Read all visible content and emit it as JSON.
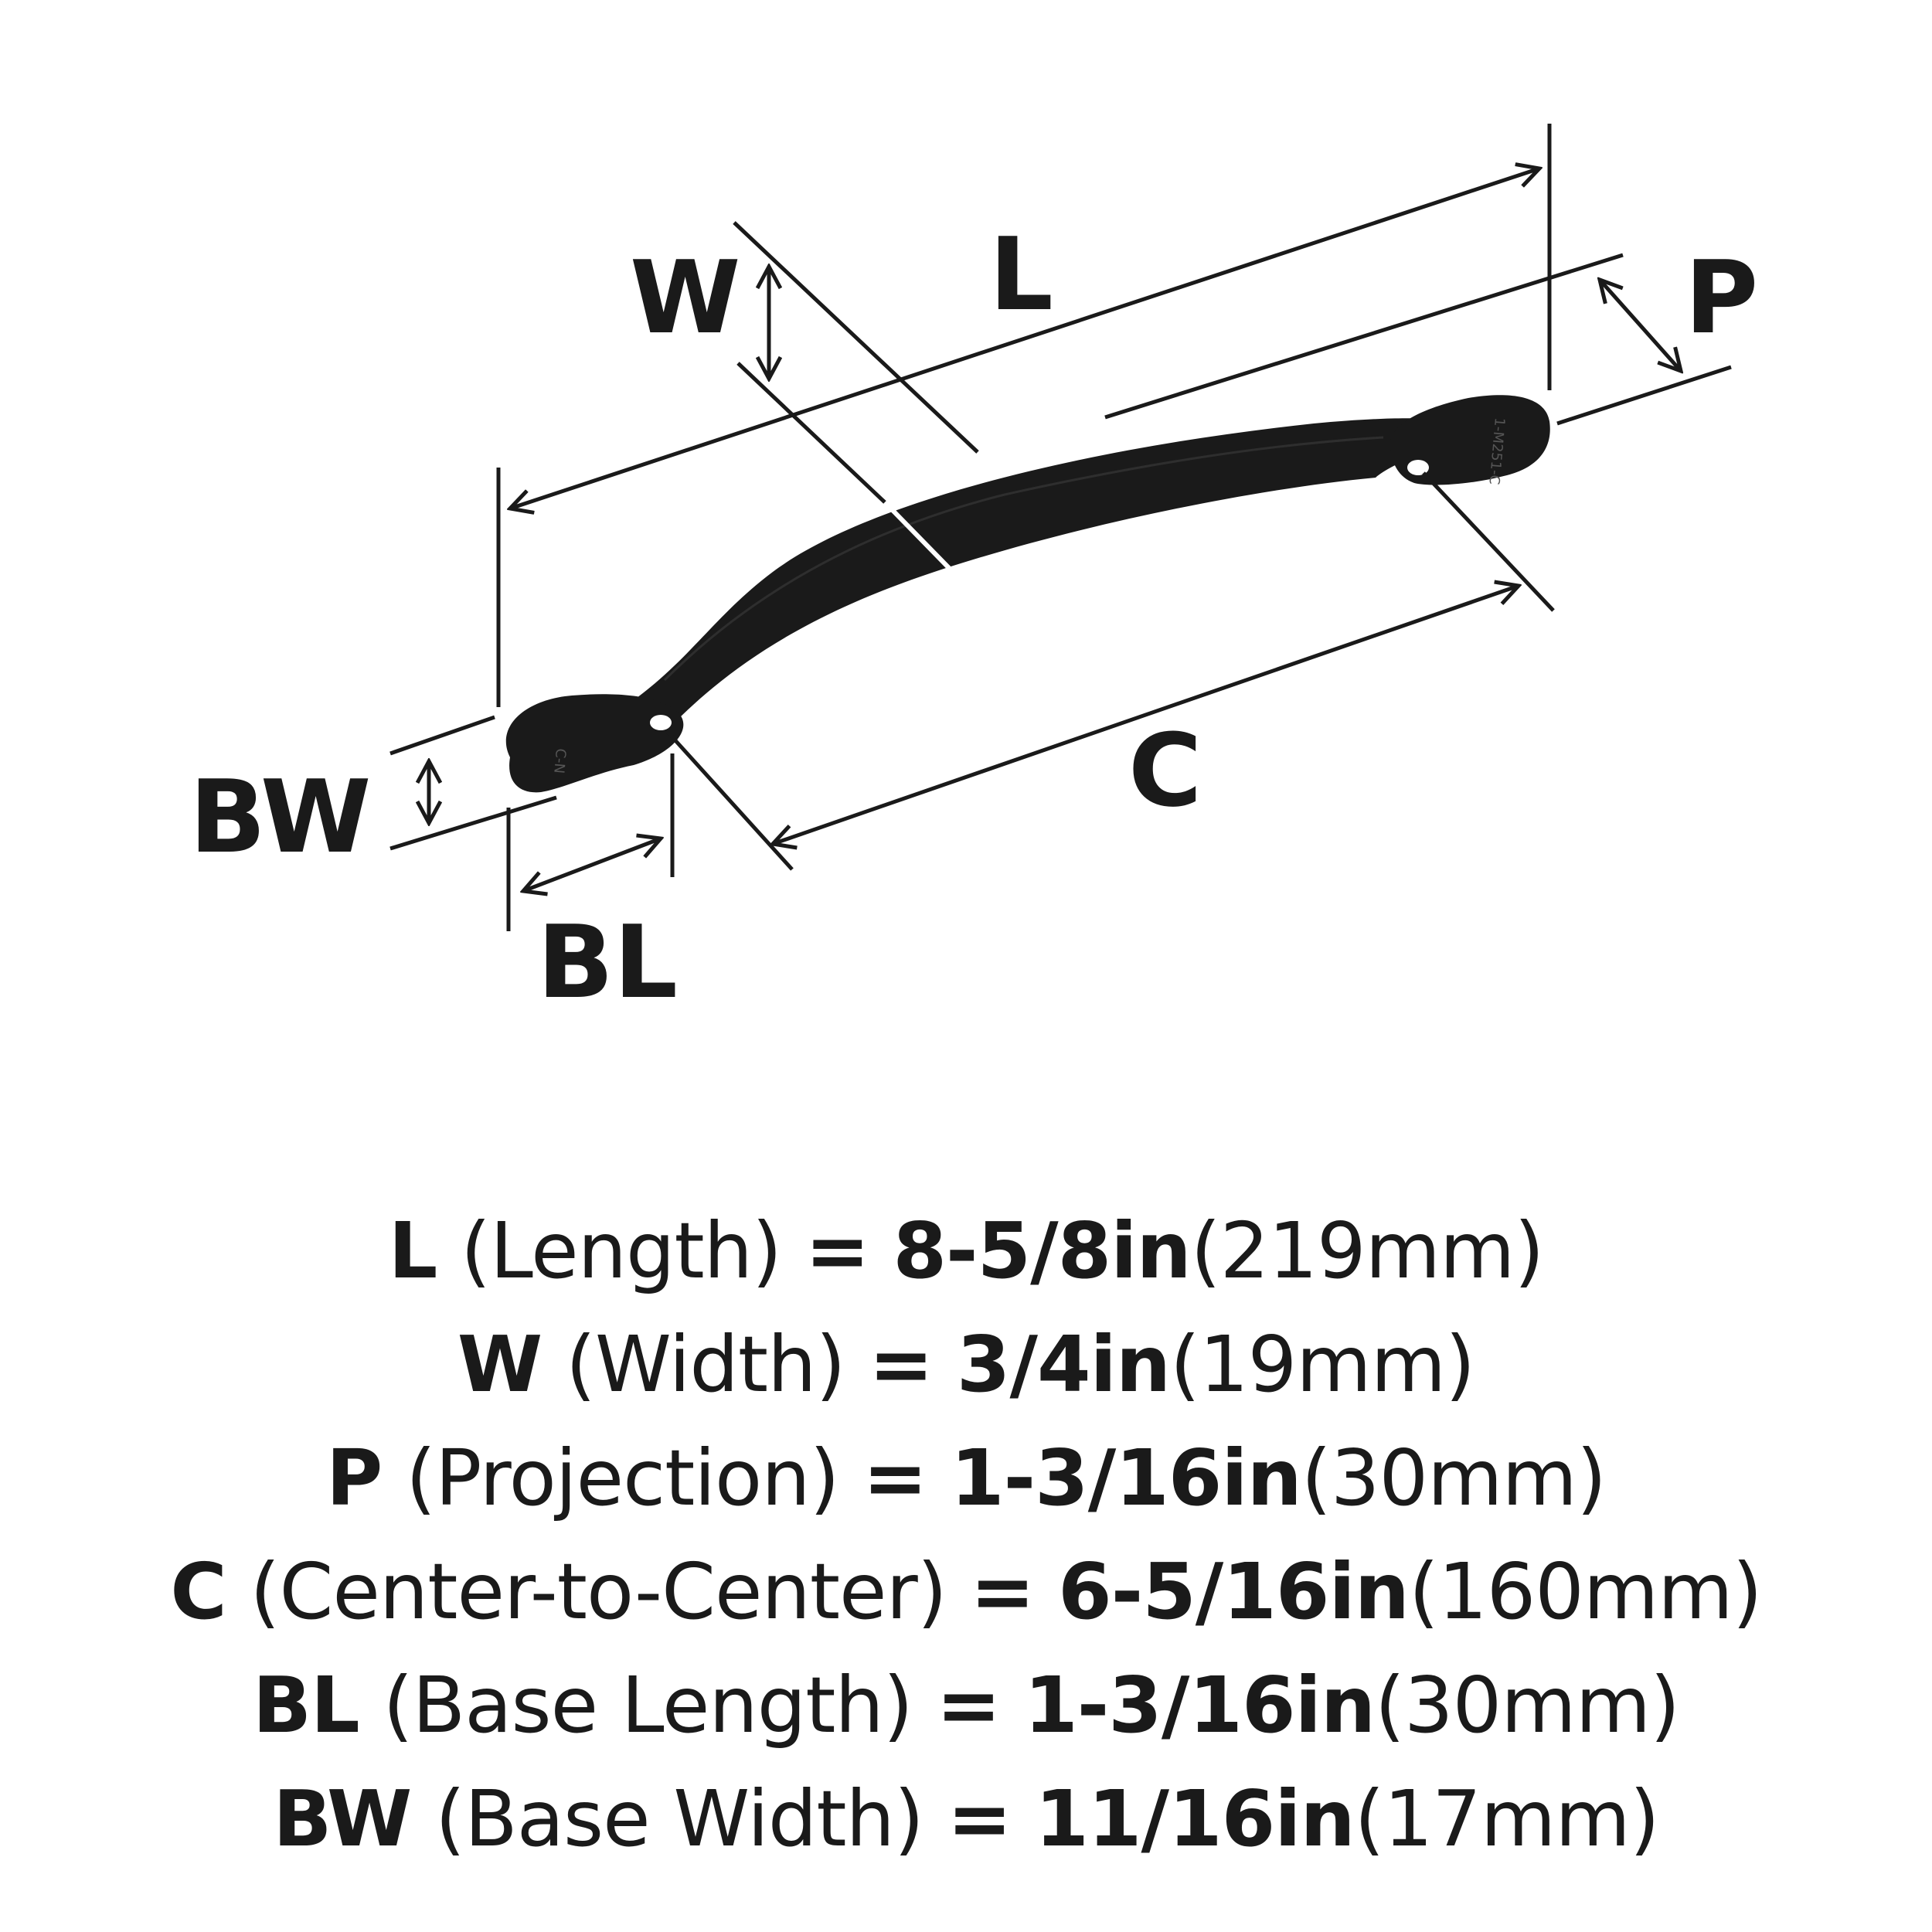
{
  "diagram": {
    "labels": {
      "L": "L",
      "W": "W",
      "P": "P",
      "C": "C",
      "BW": "BW",
      "BL": "BL"
    },
    "part_text_left": "C-N",
    "part_text_right": "1-M251-C",
    "colors": {
      "line": "#1a1a1a",
      "handle": "#1a1a1a",
      "background": "#ffffff"
    }
  },
  "specs": [
    {
      "key": "L",
      "desc": "(Length)",
      "eq": "=",
      "imperial": "8-5/8in",
      "metric": "(219mm)"
    },
    {
      "key": "W",
      "desc": "(Width)",
      "eq": "=",
      "imperial": "3/4in",
      "metric": "(19mm)"
    },
    {
      "key": "P",
      "desc": "(Projection)",
      "eq": "=",
      "imperial": "1-3/16in",
      "metric": "(30mm)"
    },
    {
      "key": "C",
      "desc": "(Center-to-Center)",
      "eq": "=",
      "imperial": "6-5/16in",
      "metric": "(160mm)"
    },
    {
      "key": "BL",
      "desc": "(Base Length)",
      "eq": "=",
      "imperial": "1-3/16in",
      "metric": "(30mm)"
    },
    {
      "key": "BW",
      "desc": "(Base Width)",
      "eq": "=",
      "imperial": "11/16in",
      "metric": "(17mm)"
    }
  ]
}
